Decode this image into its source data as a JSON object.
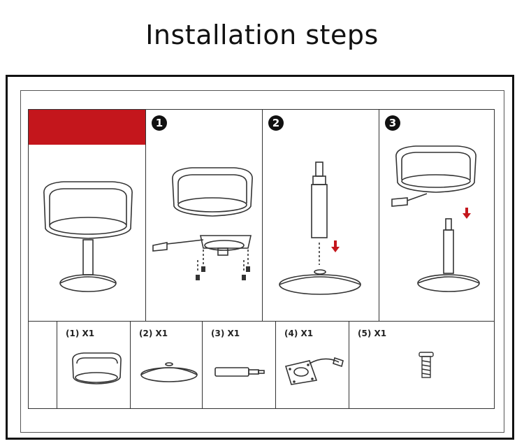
{
  "title": "Installation steps",
  "steps": [
    {
      "number": "1"
    },
    {
      "number": "2"
    },
    {
      "number": "3"
    }
  ],
  "parts": [
    {
      "label": "(1) X1"
    },
    {
      "label": "(2) X1"
    },
    {
      "label": "(3) X1"
    },
    {
      "label": "(4) X1"
    },
    {
      "label": "(5) X1"
    }
  ],
  "colors": {
    "accent_red": "#c4161c",
    "line": "#333333"
  }
}
